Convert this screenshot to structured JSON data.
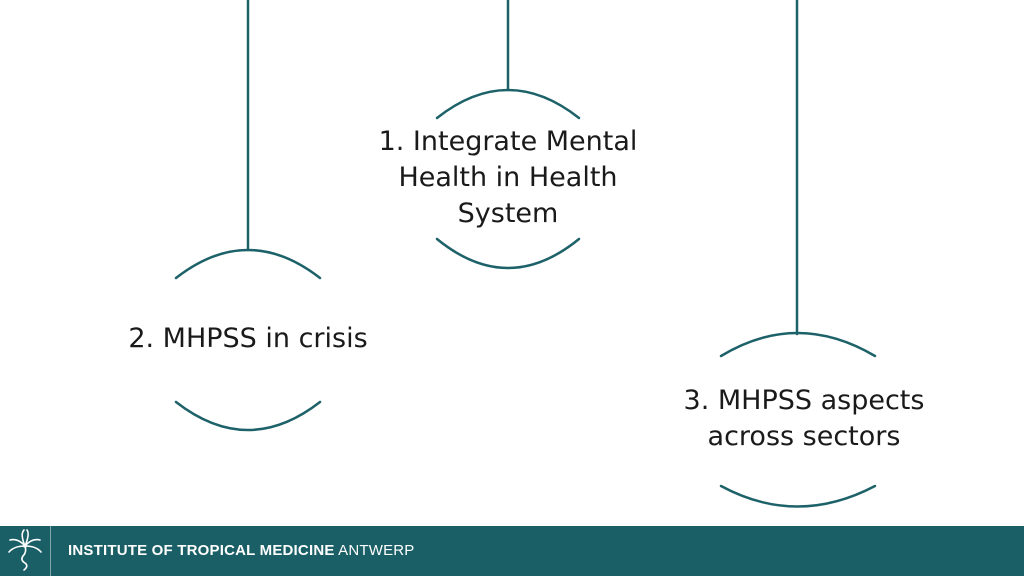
{
  "colors": {
    "accent": "#1d6269",
    "footer_bg": "#1a5f66",
    "text": "#1a1a1a",
    "background": "#ffffff"
  },
  "nodes": [
    {
      "lines": [
        "1. Integrate Mental",
        "Health in Health",
        "System"
      ]
    },
    {
      "lines": [
        "2. MHPSS in crisis"
      ]
    },
    {
      "lines": [
        "3. MHPSS aspects",
        "across sectors"
      ]
    }
  ],
  "footer": {
    "logo_icon": "palm-tree-logo-icon",
    "name_bold": "INSTITUTE OF TROPICAL MEDICINE",
    "name_light": "ANTWERP"
  }
}
